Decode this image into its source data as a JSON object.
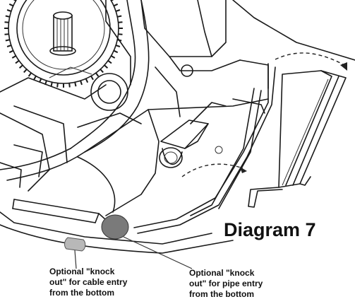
{
  "diagram": {
    "title": "Diagram 7",
    "callouts": [
      {
        "lines": [
          "Optional \"knock",
          "out\" for cable entry",
          "from the bottom"
        ]
      },
      {
        "lines": [
          "Optional \"knock",
          "out\" for pipe entry",
          "from the bottom"
        ]
      }
    ],
    "knockout_colors": {
      "cable": "#b8b8b8",
      "pipe": "#7a7a7a"
    }
  }
}
